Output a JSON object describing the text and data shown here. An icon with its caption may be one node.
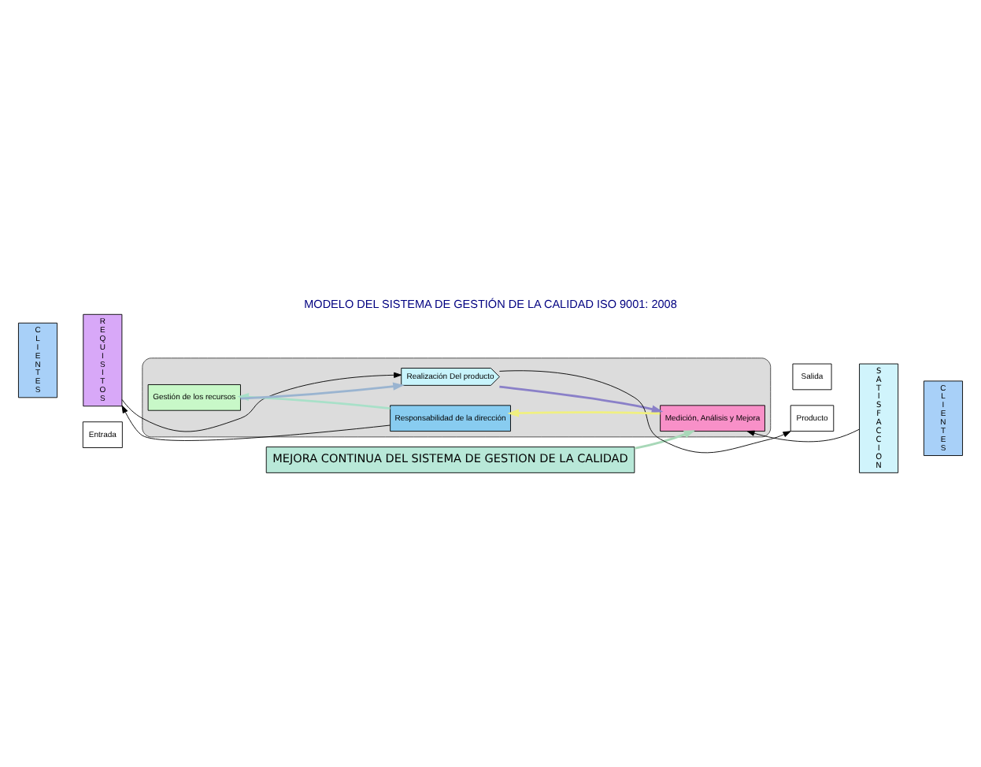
{
  "diagram": {
    "title": "MODELO DEL SISTEMA DE GESTIÓN DE LA CALIDAD ISO 9001: 2008",
    "nodes": [
      {
        "text": [
          "CLIENTES"
        ]
      },
      {
        "text": [
          "REQUISITOS"
        ]
      },
      {
        "text": [
          "MEJORA CONTINUA DEL SISTEMA DE GESTION DE LA CALIDAD"
        ]
      },
      {
        "text": [],
        "shape": "ellipse"
      },
      {
        "text": [
          "Responsabilidad de la dirección"
        ],
        "in": 3
      },
      {
        "text": [
          "Gestión de los recursos"
        ],
        "in": 3
      },
      {
        "text": [
          "Realización Del producto"
        ],
        "in": 3
      },
      {
        "text": [
          "Medición, Análisis y Mejora"
        ],
        "in": 3
      },
      {
        "text": [
          "Entrada"
        ]
      },
      {
        "text": [
          "Producto"
        ]
      },
      {
        "text": [
          "Salida"
        ]
      },
      {
        "text": [
          "SATISFACCION"
        ]
      },
      {
        "text": [
          "CLIENTES"
        ]
      }
    ],
    "edges": [
      {
        "from": 4,
        "to": 5,
        "arrow": "to",
        "color": "#a8e0c8"
      },
      {
        "from": 5,
        "to": 6,
        "arrow": "to",
        "color": "#9ab4d0"
      },
      {
        "from": 6,
        "to": 7,
        "arrow": "to",
        "color": "#8a80c8"
      },
      {
        "from": 7,
        "to": 4,
        "arrow": "to",
        "color": "#f0f080"
      },
      {
        "from": 2,
        "to": 7,
        "arrow": "to",
        "color": "#a8d8b8"
      },
      {
        "from": 4,
        "to": 1,
        "arrow": "to"
      },
      {
        "from": 1,
        "to": 6,
        "arrow": "to"
      },
      {
        "from": 6,
        "to": 9,
        "arrow": "to"
      },
      {
        "from": 11,
        "to": 7,
        "arrow": "to"
      }
    ]
  }
}
